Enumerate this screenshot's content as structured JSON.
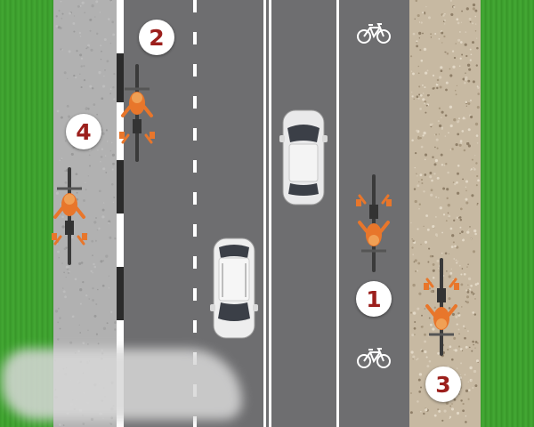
{
  "diagram": {
    "markers": [
      {
        "id": "lane-bike",
        "number": "1"
      },
      {
        "id": "road-shoulder",
        "number": "2"
      },
      {
        "id": "gravel-path",
        "number": "3"
      },
      {
        "id": "sidewalk",
        "number": "4"
      }
    ],
    "surfaces": {
      "grass": "#3a9b2c",
      "sidewalk": "#b1b1b1",
      "asphalt": "#6e6e70",
      "gravel": "#c7b9a2",
      "lane_line": "#ffffff"
    },
    "icons": [
      "bicycle-symbol-icon",
      "bicycle-symbol-icon"
    ],
    "accent_color": "#e8762b",
    "marker_color": "#9c1f1c"
  }
}
